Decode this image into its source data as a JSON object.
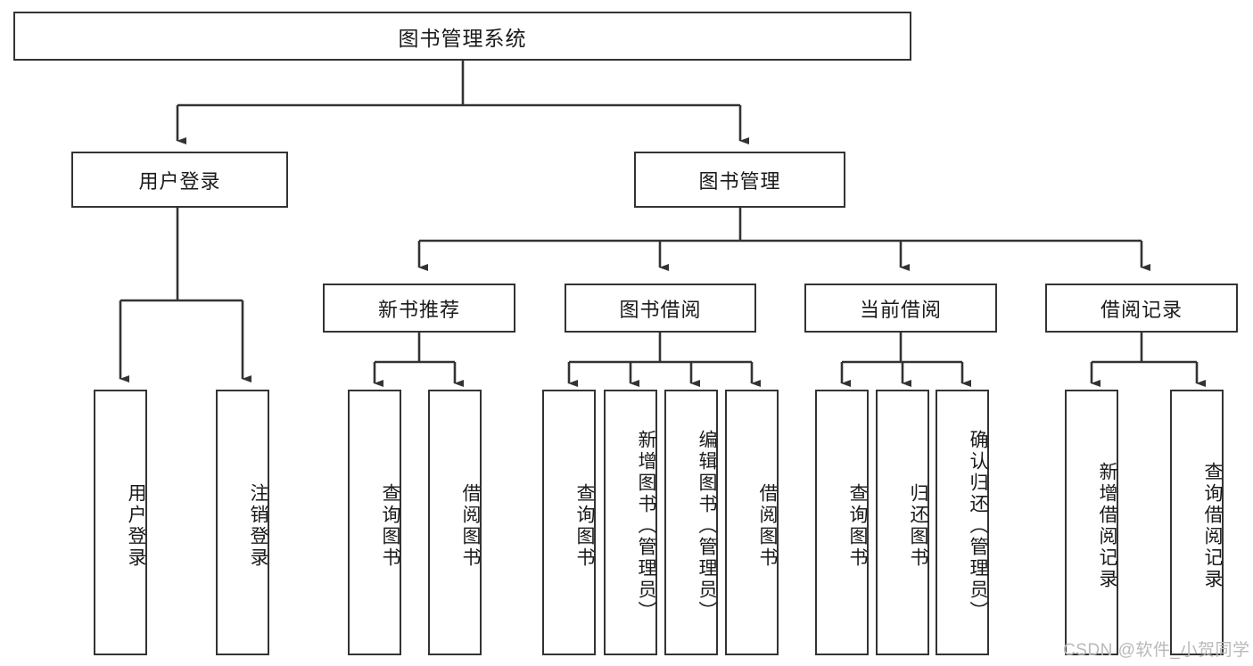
{
  "diagram": {
    "title": "图书管理系统",
    "type": "hierarchy-tree",
    "watermark": "CSDN @软件_小贺同学",
    "colors": {
      "box_border": "#333333",
      "box_fill": "#ffffff",
      "connector": "#333333",
      "text": "#1a1a1a",
      "watermark": "#b9b9b9"
    },
    "levels": {
      "level1": "root",
      "level2": "modules",
      "level3": "submodules",
      "level4": "functions"
    },
    "root": {
      "label": "图书管理系统"
    },
    "level2": [
      {
        "id": "user-login",
        "label": "用户登录"
      },
      {
        "id": "book-manage",
        "label": "图书管理"
      }
    ],
    "level3": [
      {
        "id": "new-book-recommend",
        "label": "新书推荐",
        "parent": "book-manage"
      },
      {
        "id": "book-borrow",
        "label": "图书借阅",
        "parent": "book-manage"
      },
      {
        "id": "current-borrow",
        "label": "当前借阅",
        "parent": "book-manage"
      },
      {
        "id": "borrow-record",
        "label": "借阅记录",
        "parent": "book-manage"
      }
    ],
    "leaves": [
      {
        "id": "leaf-user-login",
        "label": "用户登录",
        "parent": "user-login"
      },
      {
        "id": "leaf-logout",
        "label": "注销登录",
        "parent": "user-login"
      },
      {
        "id": "leaf-query-book-recommend",
        "label": "查询图书",
        "parent": "new-book-recommend"
      },
      {
        "id": "leaf-borrow-book-recommend",
        "label": "借阅图书",
        "parent": "new-book-recommend"
      },
      {
        "id": "leaf-query-book-borrow",
        "label": "查询图书",
        "parent": "book-borrow"
      },
      {
        "id": "leaf-add-book",
        "label": "新增图书（管理员）",
        "parent": "book-borrow"
      },
      {
        "id": "leaf-edit-book",
        "label": "编辑图书（管理员）",
        "parent": "book-borrow"
      },
      {
        "id": "leaf-borrow-book",
        "label": "借阅图书",
        "parent": "book-borrow"
      },
      {
        "id": "leaf-query-book-current",
        "label": "查询图书",
        "parent": "current-borrow"
      },
      {
        "id": "leaf-return-book",
        "label": "归还图书",
        "parent": "current-borrow"
      },
      {
        "id": "leaf-confirm-return",
        "label": "确认归还（管理员）",
        "parent": "current-borrow"
      },
      {
        "id": "leaf-add-record",
        "label": "新增借阅记录",
        "parent": "borrow-record"
      },
      {
        "id": "leaf-query-record",
        "label": "查询借阅记录",
        "parent": "borrow-record"
      }
    ]
  }
}
